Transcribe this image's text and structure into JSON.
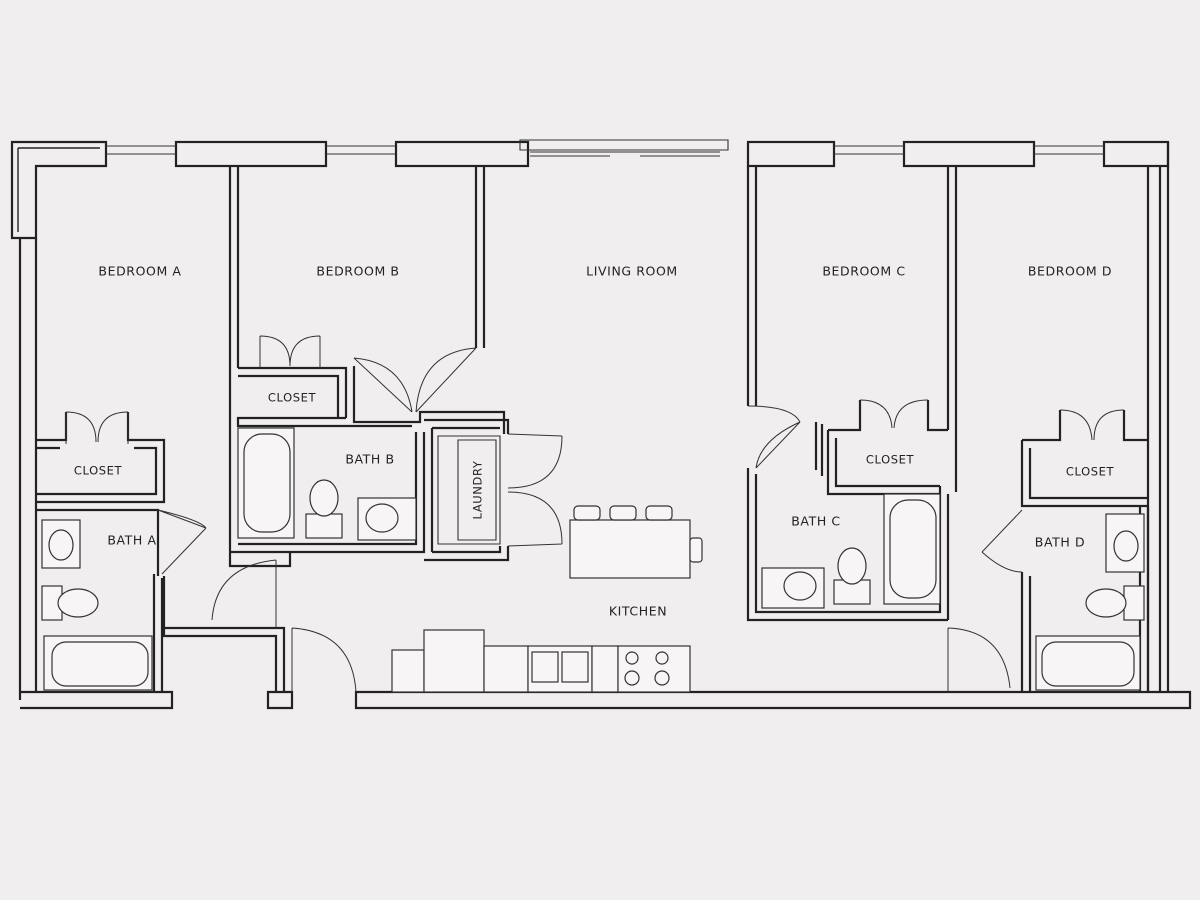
{
  "rooms": {
    "bedroom_a": "BEDROOM A",
    "bedroom_b": "BEDROOM B",
    "living_room": "LIVING ROOM",
    "bedroom_c": "BEDROOM C",
    "bedroom_d": "BEDROOM D",
    "closet_a": "CLOSET",
    "closet_b": "CLOSET",
    "closet_c": "CLOSET",
    "closet_d": "CLOSET",
    "bath_a": "BATH A",
    "bath_b": "BATH B",
    "bath_c": "BATH C",
    "bath_d": "BATH D",
    "laundry": "LAUNDRY",
    "kitchen": "KITCHEN"
  },
  "colors": {
    "background": "#f1eef0",
    "walls": "#222222"
  }
}
